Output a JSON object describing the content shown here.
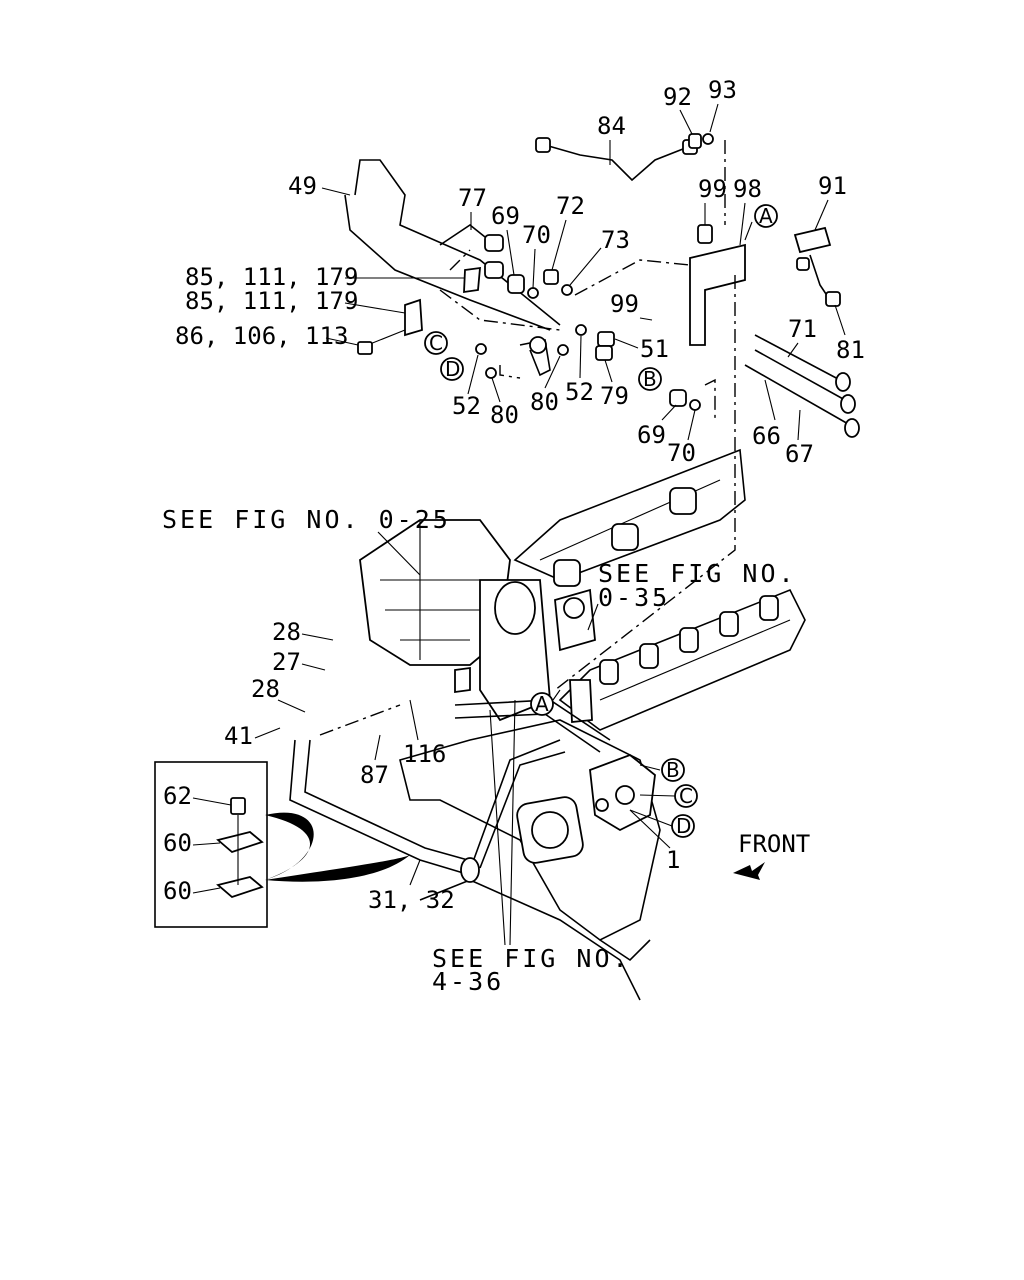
{
  "callouts": {
    "n1": "1",
    "n27": "27",
    "n28a": "28",
    "n28b": "28",
    "n31_32": "31, 32",
    "n41": "41",
    "n49": "49",
    "n51": "51",
    "n52a": "52",
    "n52b": "52",
    "n60a": "60",
    "n60b": "60",
    "n62": "62",
    "n66": "66",
    "n67": "67",
    "n69a": "69",
    "n69b": "69",
    "n70a": "70",
    "n70b": "70",
    "n71": "71",
    "n72": "72",
    "n73": "73",
    "n77": "77",
    "n79": "79",
    "n80a": "80",
    "n80b": "80",
    "n81": "81",
    "n84": "84",
    "n85a": "85, 111, 179",
    "n85b": "85, 111, 179",
    "n86": "86, 106, 113",
    "n87": "87",
    "n91": "91",
    "n92": "92",
    "n93": "93",
    "n98": "98",
    "n99a": "99",
    "n99b": "99",
    "n116": "116"
  },
  "markers": {
    "A1": "A",
    "A2": "A",
    "B1": "B",
    "B2": "B",
    "C1": "C",
    "C2": "C",
    "D1": "D",
    "D2": "D"
  },
  "references": {
    "fig_0_25": "SEE FIG NO. 0-25",
    "fig_0_35_line1": "SEE FIG NO.",
    "fig_0_35_line2": "0-35",
    "fig_4_36_line1": "SEE FIG NO.",
    "fig_4_36_line2": "4-36"
  },
  "direction": {
    "front_label": "FRONT"
  }
}
